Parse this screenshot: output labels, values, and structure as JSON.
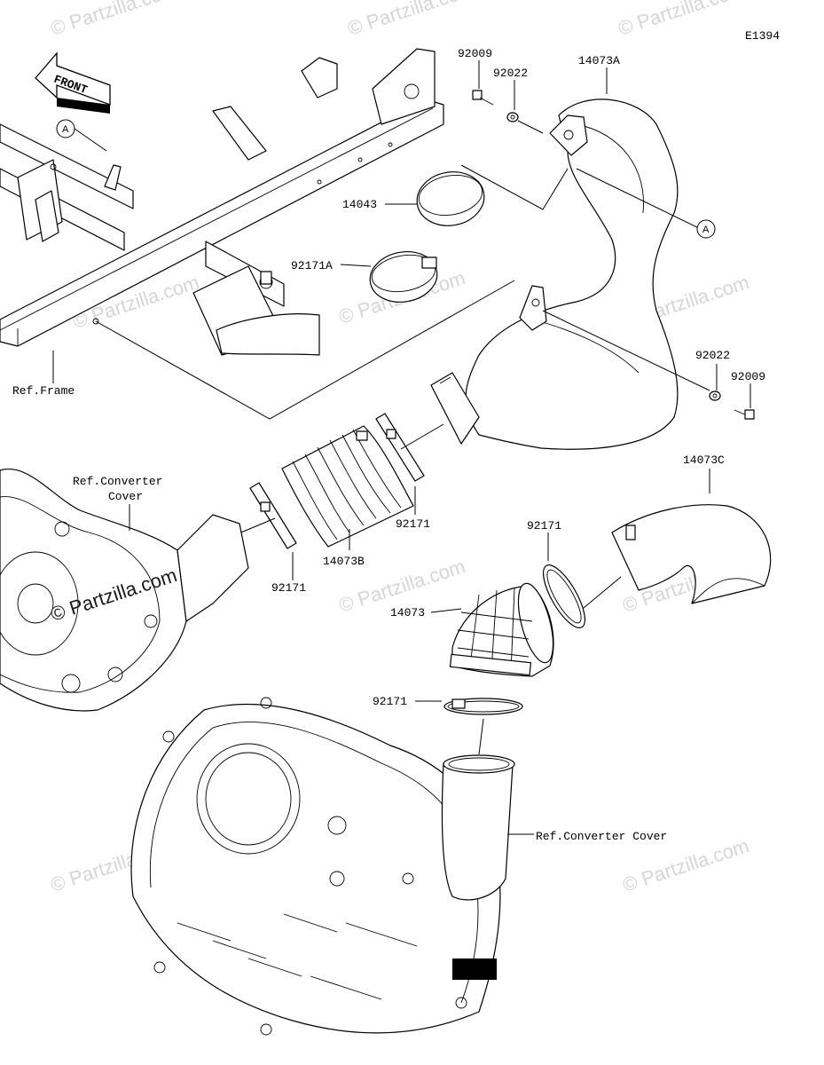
{
  "diagram_code": "E1394",
  "front_label": "FRONT",
  "callout_letter": "A",
  "labels": {
    "p92009_top": "92009",
    "p92022_top": "92022",
    "p14073A": "14073A",
    "p14043": "14043",
    "p92171A": "92171A",
    "ref_frame": "Ref.Frame",
    "p92022_right": "92022",
    "p92009_right": "92009",
    "p14073C": "14073C",
    "ref_conv_cover_1": "Ref.Converter",
    "ref_conv_cover_2": "Cover",
    "p92171_mid": "92171",
    "p14073B": "14073B",
    "p92171_left": "92171",
    "p92171_right": "92171",
    "p14073": "14073",
    "p92171_low": "92171",
    "ref_conv_cover_right": "Ref.Converter Cover"
  },
  "watermark": "© Partzilla.com"
}
